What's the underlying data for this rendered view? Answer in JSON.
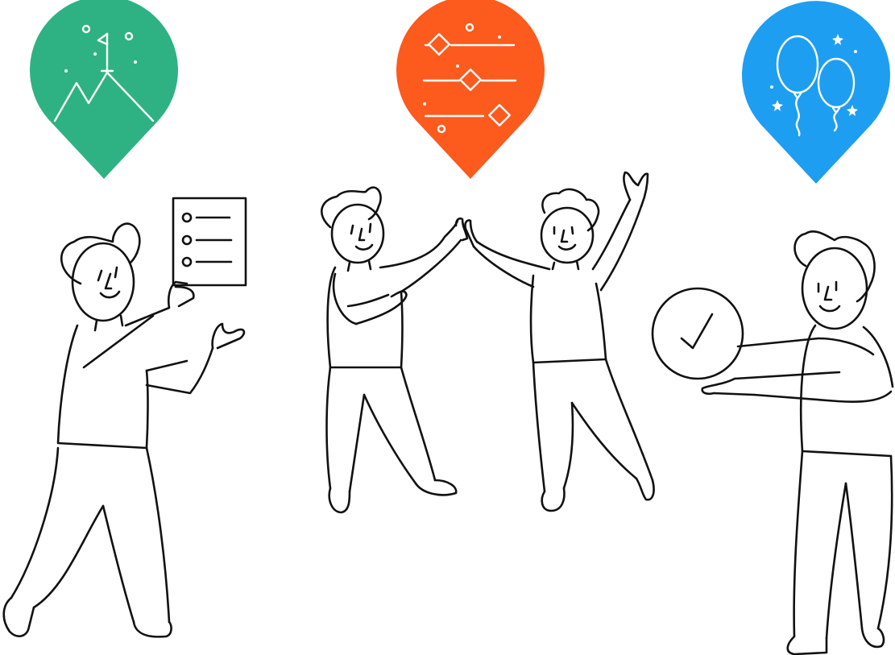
{
  "colors": {
    "background": "#ffffff",
    "ink": "#111111",
    "icon_line": "#ffffff"
  },
  "pins": [
    {
      "icon": "mountain-flag-icon",
      "color": "#2eb283"
    },
    {
      "icon": "sliders-icon",
      "color": "#fd5a1e"
    },
    {
      "icon": "balloons-icon",
      "color": "#1e9ef0"
    }
  ],
  "characters": [
    {
      "role": "person-holding-checklist"
    },
    {
      "role": "person-high-five-left"
    },
    {
      "role": "person-high-five-right"
    },
    {
      "role": "person-holding-check-badge"
    }
  ]
}
